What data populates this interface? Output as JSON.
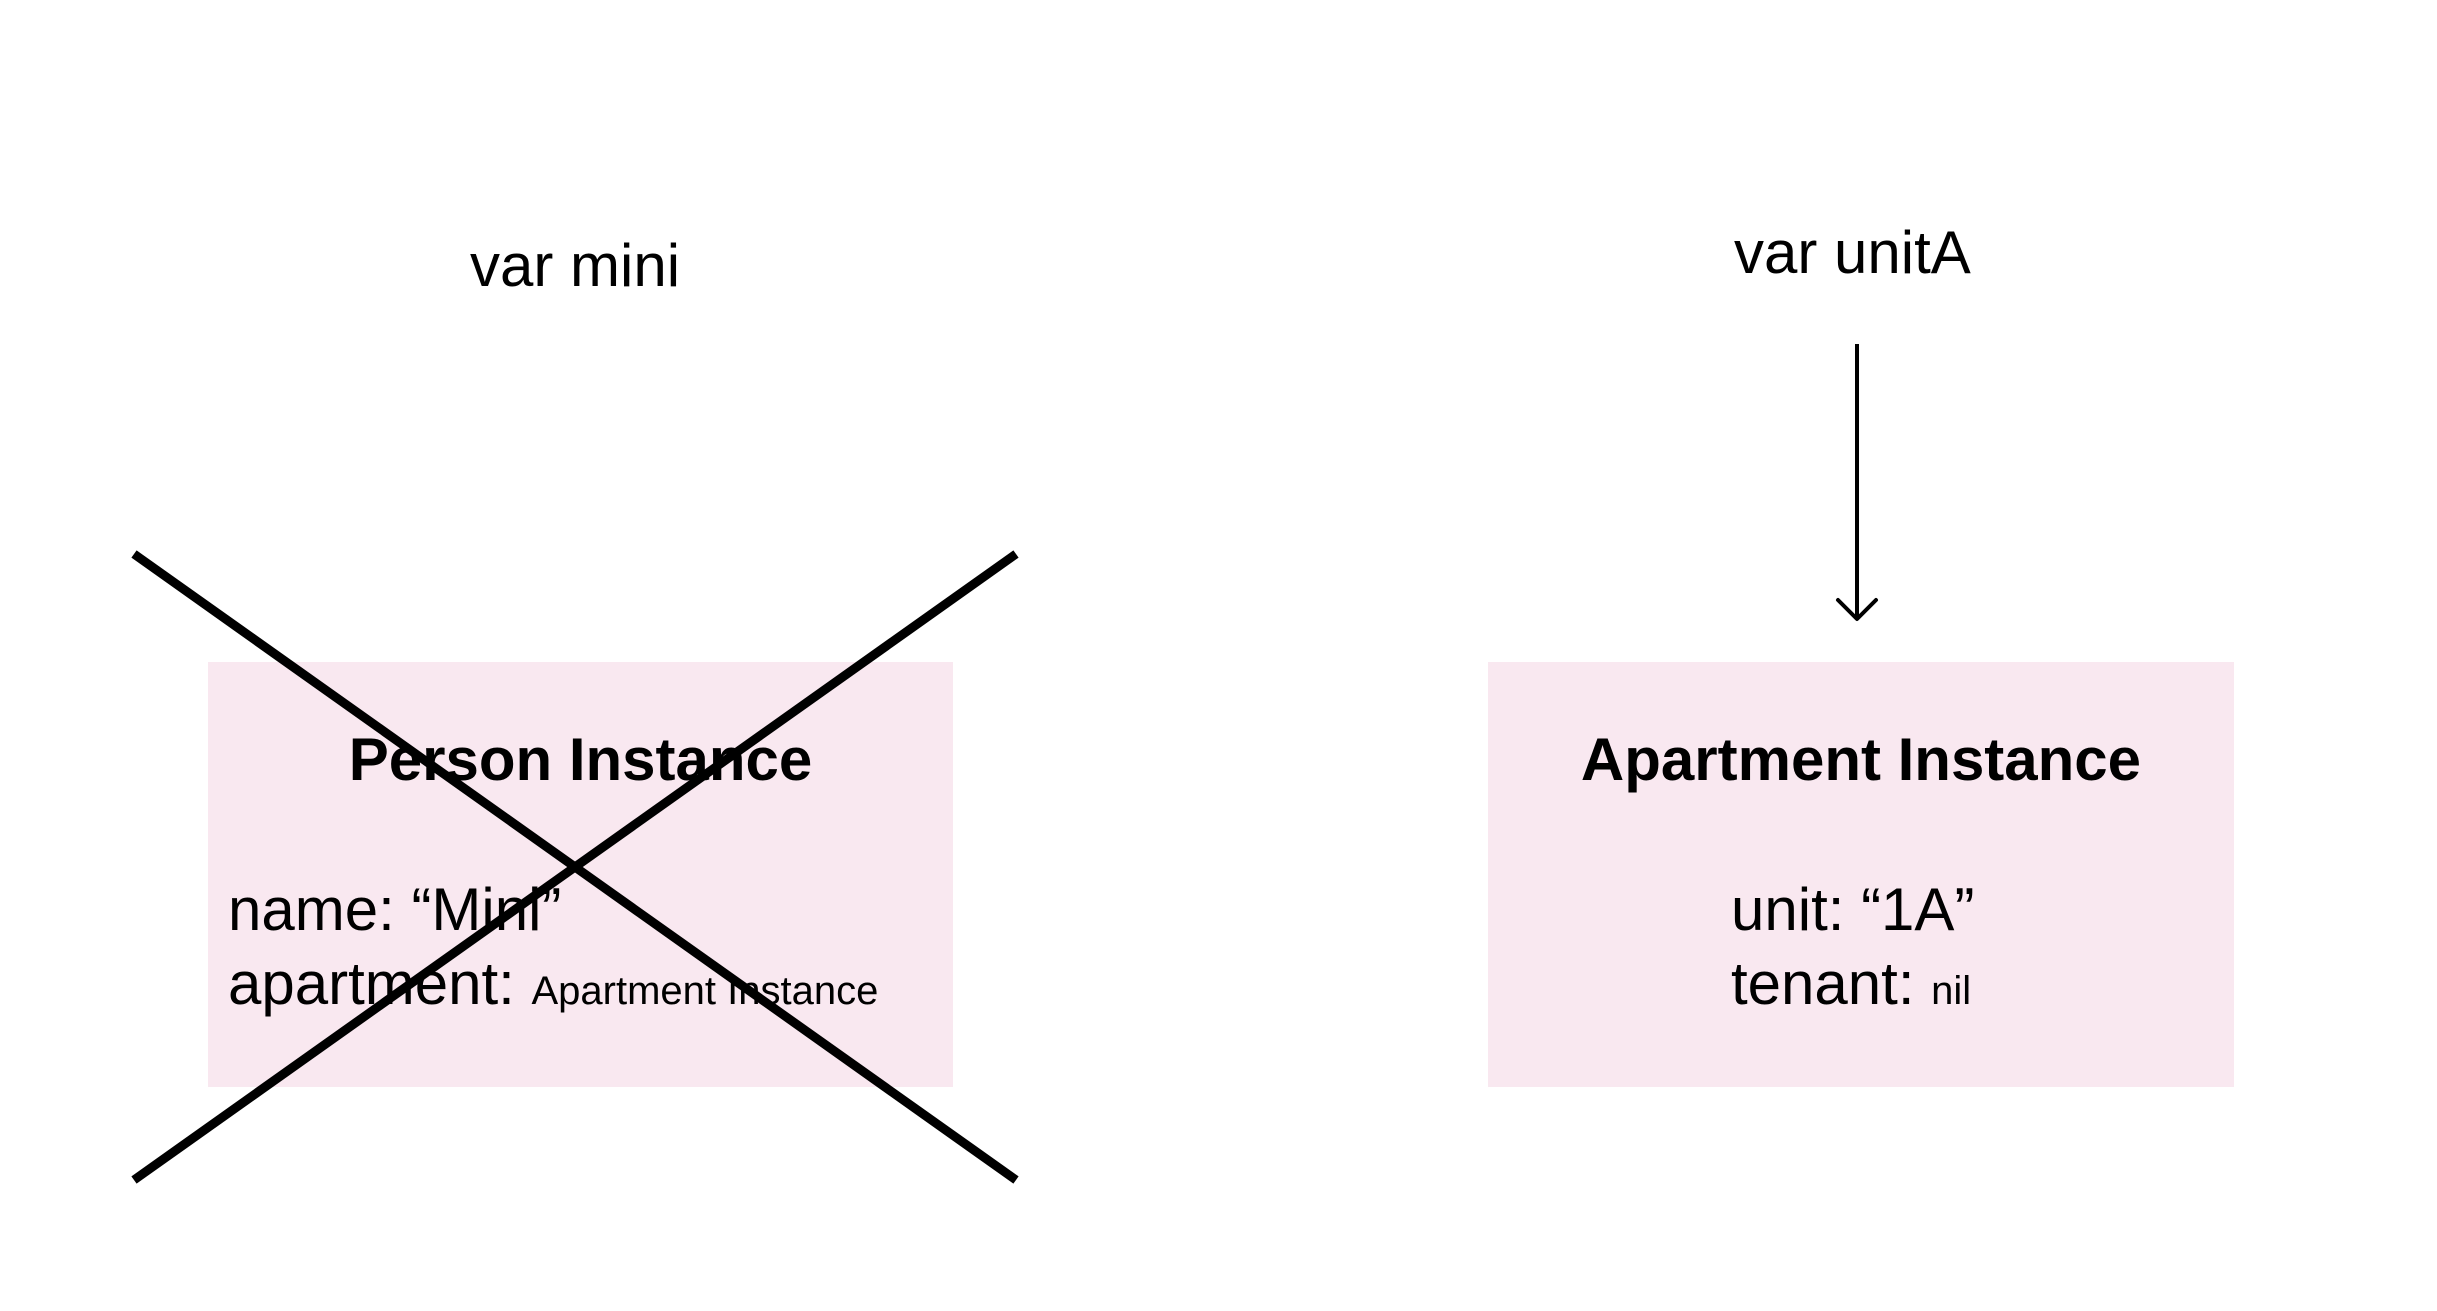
{
  "left": {
    "var_label": "var mini",
    "title": "Person Instance",
    "props": [
      {
        "key": "name: ",
        "value": "“Mini”"
      },
      {
        "key": "apartment: ",
        "value": "Apartment Instance"
      }
    ]
  },
  "right": {
    "var_label": "var unitA",
    "title": "Apartment Instance",
    "props": [
      {
        "key": "unit: ",
        "value": "“1A”"
      },
      {
        "key": "tenant: ",
        "value": "nil"
      }
    ]
  },
  "colors": {
    "box_fill": "#f9e8f0",
    "ink": "#000000"
  }
}
